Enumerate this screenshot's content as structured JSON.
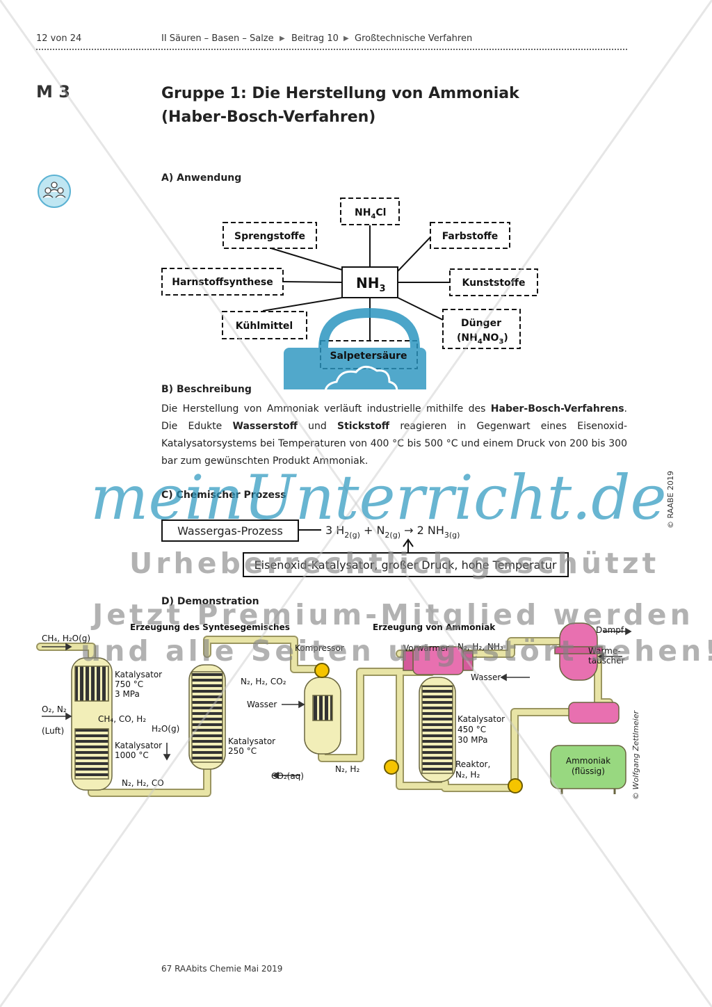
{
  "header": {
    "page": "12 von 24",
    "crumb1": "II  Säuren – Basen – Salze",
    "crumb2": "Beitrag 10",
    "crumb3": "Großtechnische Verfahren"
  },
  "material": "M 3",
  "title": {
    "line1": "Gruppe 1: Die Herstellung von Ammoniak",
    "line2": "(Haber-Bosch-Verfahren)"
  },
  "icon": "group-work-icon",
  "sections": {
    "a": "A) Anwendung",
    "b": "B) Beschreibung",
    "c": "C) Chemischer Prozess",
    "d": "D) Demonstration"
  },
  "mindmap": {
    "center": "NH",
    "center_sub": "3",
    "nh4cl": "NH",
    "nh4cl_sub": "4",
    "nh4cl_tail": "Cl",
    "sprengstoffe": "Sprengstoffe",
    "farbstoffe": "Farbstoffe",
    "harnstoff": "Harnstoffsynthese",
    "kunststoffe": "Kunststoffe",
    "kuehlmittel": "Kühlmittel",
    "duenger": "Dünger",
    "duenger2": "(NH",
    "duenger2_sub1": "4",
    "duenger2_mid": "NO",
    "duenger2_sub2": "3",
    "duenger2_tail": ")",
    "salpeter": "Salpetersäure"
  },
  "description": {
    "t1": "Die Herstellung von Ammoniak verläuft industrielle mithilfe des ",
    "b1": "Haber-Bosch-Verfahrens",
    "t2": ". Die Edukte ",
    "b2": "Wasserstoff",
    "t3": " und ",
    "b3": "Stickstoff",
    "t4": " reagieren in Gegenwart eines Eisenoxid-Katalysatorsystems bei Temperaturen von 400 °C bis 500 °C und einem Druck von 200 bis 300 bar zum gewünschten Produkt Ammoniak."
  },
  "process": {
    "box1": "Wassergas-Prozess",
    "eq_a": "3 H",
    "eq_a_sub": "2(g)",
    "eq_plus": " + N",
    "eq_b_sub": "2(g)",
    "eq_arrow": " → 2 NH",
    "eq_c_sub": "3(g)",
    "box2": "Eisenoxid-Katalysator, großer Druck, hohe Temperatur"
  },
  "diagram": {
    "title_left": "Erzeugung des Syntesegemisches",
    "title_right": "Erzeugung von Ammoniak",
    "ch4": "CH₄, H₂O(g)",
    "kat1_a": "Katalysator",
    "kat1_b": "750 °C",
    "kat1_c": "3 MPa",
    "o2n2": "O₂, N₂",
    "luft": "(Luft)",
    "ch4coh2": "CH₄, CO, H₂",
    "h2og": "H₂O(g)",
    "kat2_a": "Katalysator",
    "kat2_b": "1000 °C",
    "n2h2co": "N₂, H₂, CO",
    "kompressor": "Kompressor",
    "n2h2co2": "N₂, H₂, CO₂",
    "kat3_a": "Katalysator",
    "kat3_b": "250 °C",
    "wasser1": "Wasser",
    "co2aq": "CO₂(aq)",
    "n2h2_a": "N₂, H₂",
    "vorwaermer": "Vorwärmer",
    "n2h2nh3": "N₂, H₂, NH₃",
    "wasser2": "Wasser",
    "dampf": "Dampf",
    "waerme_a": "Wärme-",
    "waerme_b": "tauscher",
    "kat4_a": "Katalysator",
    "kat4_b": "450 °C",
    "kat4_c": "30 MPa",
    "reaktor": "Reaktor,",
    "n2h2_b": "N₂, H₂",
    "ammoniak_a": "Ammoniak",
    "ammoniak_b": "(flüssig)",
    "credit": "© Wolfgang Zettlmeier"
  },
  "watermark": {
    "brand": "meinUnterricht.de",
    "line1": "Urheberrechtlich geschützt",
    "line2": "Jetzt Premium-Mitglied werden",
    "line3": "und alle Seiten ungestört sehen!"
  },
  "side_copyright": "© RAABE 2019",
  "footer": "67 RAAbits Chemie Mai 2019",
  "colors": {
    "pipe": "#e8e4a6",
    "pipe_edge": "#9a9560",
    "vessel": "#f2eeb8",
    "pink": "#e870b0",
    "pump": "#f5c400",
    "ammoniak_tank": "#98d880",
    "watermark_blue": "#2b95bf"
  }
}
